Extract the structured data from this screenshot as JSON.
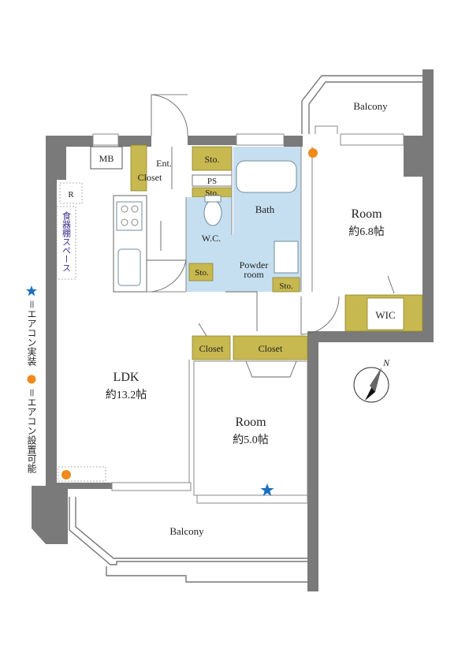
{
  "rooms": {
    "balcony_top": "Balcony",
    "balcony_bottom": "Balcony",
    "mb": "MB",
    "ent": "Ent.",
    "closet_entry": "Closet",
    "sto_entry": "Sto.",
    "ps": "PS",
    "sto_ps": "Sto.",
    "bath": "Bath",
    "wc": "W.C.",
    "sto_wc": "Sto.",
    "powder_room": "Powder\nroom",
    "powder_line1": "Powder",
    "powder_line2": "room",
    "sto_powder": "Sto.",
    "room1_name": "Room",
    "room1_size": "約6.8帖",
    "wic": "WIC",
    "closet_mid_left": "Closet",
    "closet_mid_right": "Closet",
    "ldk_name": "LDK",
    "ldk_size": "約13.2帖",
    "room2_name": "Room",
    "room2_size": "約5.0帖",
    "refrigerator": "R",
    "cupboard_space": "食器棚スペース"
  },
  "legend": {
    "star_text": "＝エアコン実装",
    "dot_text": "＝エアコン設置可能"
  },
  "compass": {
    "north": "N"
  },
  "colors": {
    "wall": "#7a7a7a",
    "closet": "#c7b84f",
    "wet_area": "#c6dff0",
    "ac_installed": "#1a6fc0",
    "ac_possible": "#f08a1c",
    "cupboard_text": "#3a2a8a"
  }
}
